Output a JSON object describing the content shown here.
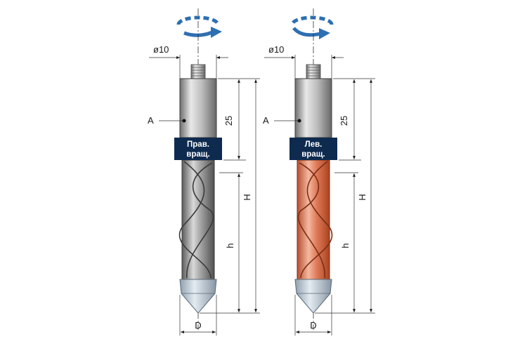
{
  "colors": {
    "badge": "#0e2b4f",
    "rotation_arrow": "#2e6fb2",
    "steel_body": "#9a9a9a",
    "copper_body": "#d9714f",
    "cone_tip": "#b9c6d2"
  },
  "drills": [
    {
      "id": "right",
      "rotation_label_line1": "Прав.",
      "rotation_label_line2": "вращ.",
      "rotation_direction": "clockwise",
      "shank_diameter_label": "ø10",
      "shank_length_label": "25",
      "total_length_label": "H",
      "flute_length_label": "h",
      "diameter_label": "D",
      "point_label": "A"
    },
    {
      "id": "left",
      "rotation_label_line1": "Лев.",
      "rotation_label_line2": "вращ.",
      "rotation_direction": "counterclockwise",
      "shank_diameter_label": "ø10",
      "shank_length_label": "25",
      "total_length_label": "H",
      "flute_length_label": "h",
      "diameter_label": "D",
      "point_label": "A"
    }
  ]
}
